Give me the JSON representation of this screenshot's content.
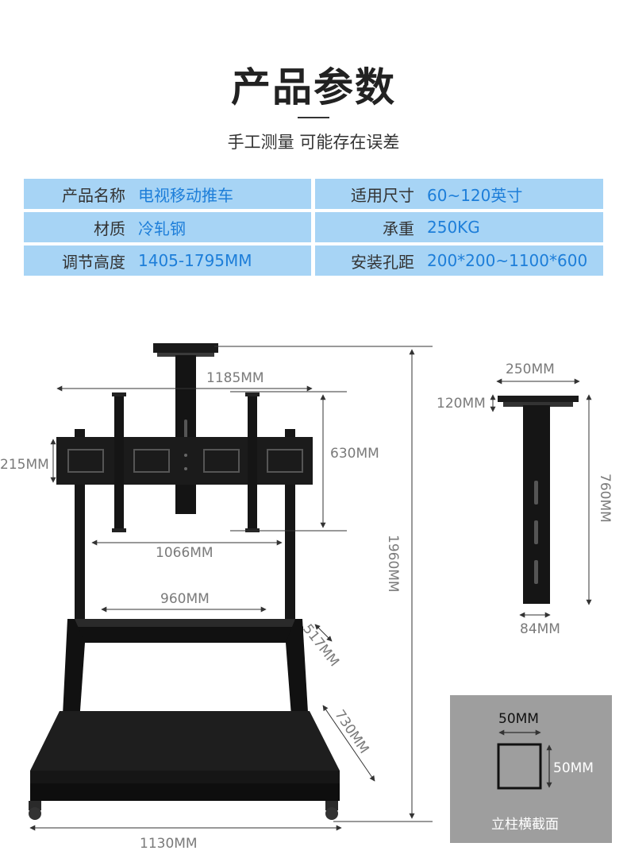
{
  "header": {
    "title": "产品参数",
    "subtitle": "手工测量 可能存在误差"
  },
  "specs": [
    {
      "label": "产品名称",
      "value": "电视移动推车"
    },
    {
      "label": "适用尺寸",
      "value": "60~120英寸"
    },
    {
      "label": "材质",
      "value": "冷轧钢"
    },
    {
      "label": "承重",
      "value": "250KG"
    },
    {
      "label": "调节高度",
      "value": "1405-1795MM"
    },
    {
      "label": "安装孔距",
      "value": "200*200~1100*600"
    }
  ],
  "dimensions": {
    "total_height": "1960MM",
    "mount_width": "1185MM",
    "mount_height": "630MM",
    "crossbar_height": "215MM",
    "column_spacing": "1066MM",
    "shelf_width": "960MM",
    "shelf_depth": "517MM",
    "base_depth": "730MM",
    "base_width": "1130MM"
  },
  "column_detail": {
    "top_width": "250MM",
    "top_height": "120MM",
    "length": "760MM",
    "column_width": "84MM"
  },
  "cross_section": {
    "width": "50MM",
    "height": "50MM",
    "caption": "立柱横截面"
  },
  "colors": {
    "spec_background": "#a7d4f5",
    "value_text": "#1d7ed9",
    "section_panel": "#9e9e9e"
  }
}
